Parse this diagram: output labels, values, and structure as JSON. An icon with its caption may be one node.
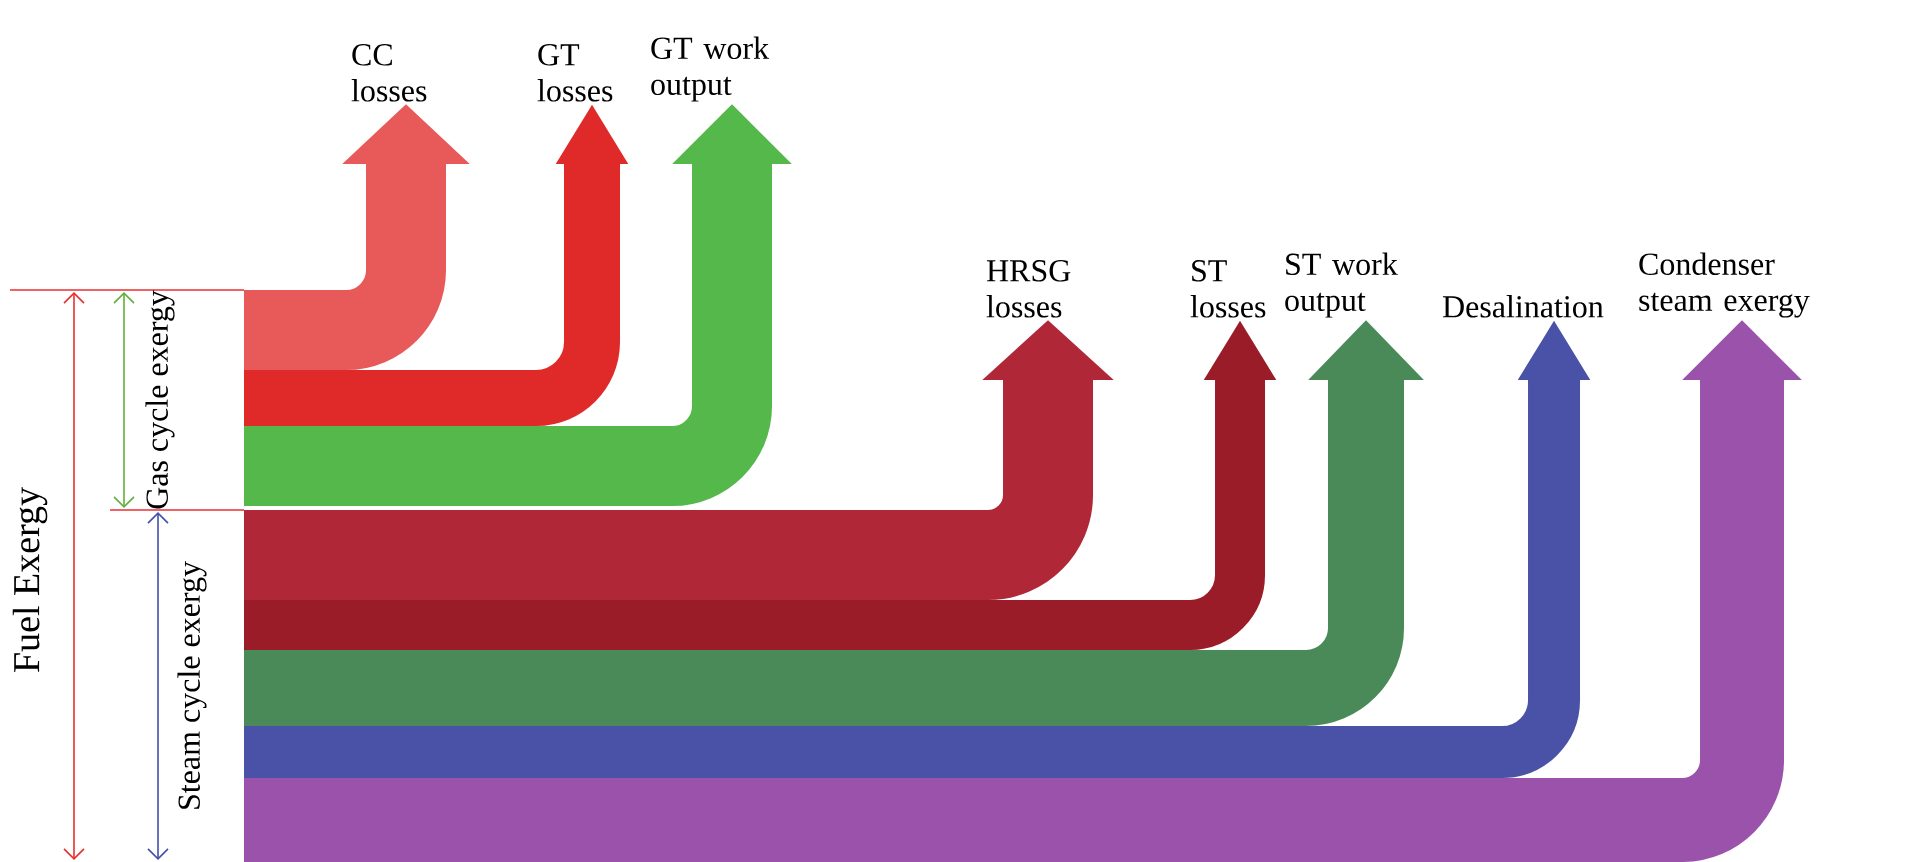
{
  "diagram": {
    "nodes": [
      {
        "text": [
          "CC losses"
        ]
      },
      {
        "text": [
          "GT losses"
        ]
      },
      {
        "text": [
          "GT work output"
        ]
      },
      {
        "text": [
          "HRSG losses"
        ]
      },
      {
        "text": [
          "ST losses"
        ]
      },
      {
        "text": [
          "ST work output"
        ]
      },
      {
        "text": [
          "Desalination"
        ]
      },
      {
        "text": [
          "Condenser steam exergy"
        ]
      }
    ],
    "edges": [
      {
        "from": null,
        "to": 0,
        "arrow": "to",
        "color": "#e85a5a"
      },
      {
        "from": null,
        "to": 1,
        "arrow": "to",
        "color": "#e02a2a"
      },
      {
        "from": null,
        "to": 2,
        "arrow": "to",
        "color": "#55b84a"
      },
      {
        "from": null,
        "to": 3,
        "arrow": "to",
        "color": "#b02838"
      },
      {
        "from": null,
        "to": 4,
        "arrow": "to",
        "color": "#9a1c28"
      },
      {
        "from": null,
        "to": 5,
        "arrow": "to",
        "color": "#4a8a58"
      },
      {
        "from": null,
        "to": 6,
        "arrow": "to",
        "color": "#4a52a8"
      },
      {
        "from": null,
        "to": 7,
        "arrow": "to",
        "color": "#9a52aa"
      }
    ],
    "labels": [
      "Fuel Exergy",
      "Gas cycle exergy",
      "Steam cycle exergy"
    ]
  }
}
